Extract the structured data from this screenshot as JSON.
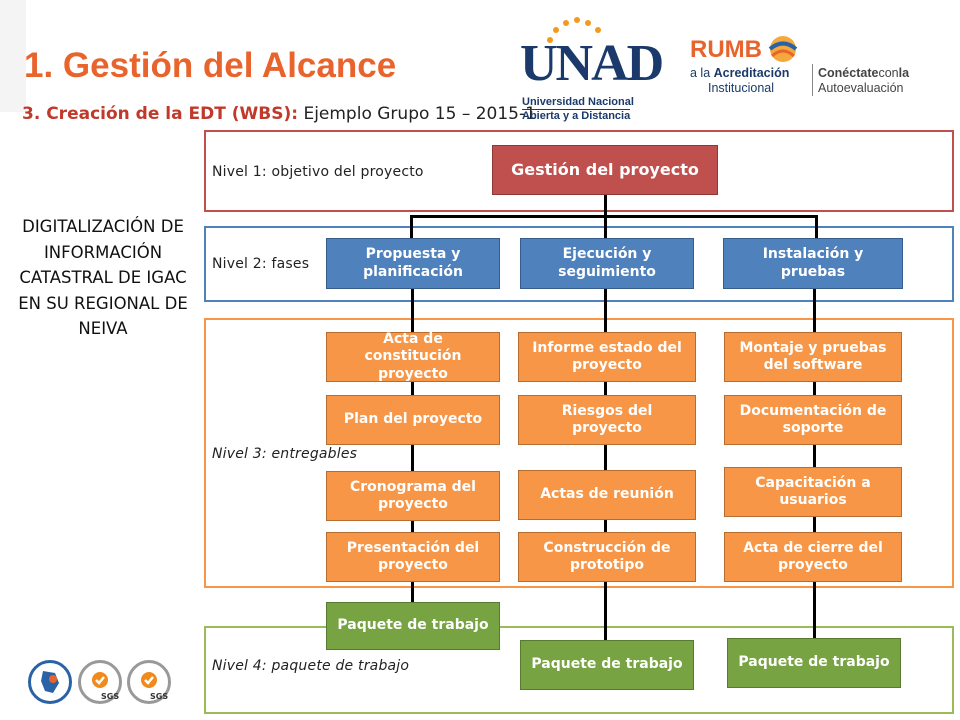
{
  "header": {
    "title": "1. Gestión del Alcance",
    "subtitle_prefix": "3. Creación de la EDT (WBS):",
    "subtitle_rest": " Ejemplo Grupo 15 – 2015-1"
  },
  "project_name": "DIGITALIZACIÓN DE INFORMACIÓN CATASTRAL DE IGAC EN SU REGIONAL DE NEIVA",
  "logos": {
    "unad_word": "UNAD",
    "unad_line1": "Universidad Nacional",
    "unad_line2": "Abierta y a Distancia",
    "rumbo_word": "RUMB",
    "rumbo_line1_pre": "a la",
    "rumbo_line1_bold": "Acreditación",
    "rumbo_line2": "Institucional",
    "conectate_bold": "Conéctate",
    "conectate_mid": "con",
    "conectate_end": "la",
    "autoevaluacion": "Autoevaluación",
    "sgs": "SGS"
  },
  "levels": {
    "l1": "Nivel 1: objetivo del proyecto",
    "l2": "Nivel 2: fases",
    "l3": "Nivel 3: entregables",
    "l4": "Nivel 4: paquete de trabajo"
  },
  "nodes": {
    "root": "Gestión del proyecto",
    "phase1": "Propuesta y planificación",
    "phase2": "Ejecución y seguimiento",
    "phase3": "Instalación y pruebas",
    "d1_1": "Acta de constitución proyecto",
    "d1_2": "Plan del proyecto",
    "d1_3": "Cronograma del proyecto",
    "d1_4": "Presentación del proyecto",
    "d2_1": "Informe estado del proyecto",
    "d2_2": "Riesgos del proyecto",
    "d2_3": "Actas de reunión",
    "d2_4": "Construcción de prototipo",
    "d3_1": "Montaje y pruebas del software",
    "d3_2": "Documentación de soporte",
    "d3_3": "Capacitación a usuarios",
    "d3_4": "Acta de cierre del proyecto",
    "wp1": "Paquete de trabajo",
    "wp2": "Paquete de trabajo",
    "wp3": "Paquete de trabajo"
  },
  "colors": {
    "title": "#e8642c",
    "level1": "#c0504d",
    "level2": "#4f81bd",
    "level3": "#f79646",
    "level4": "#9bbb59"
  }
}
